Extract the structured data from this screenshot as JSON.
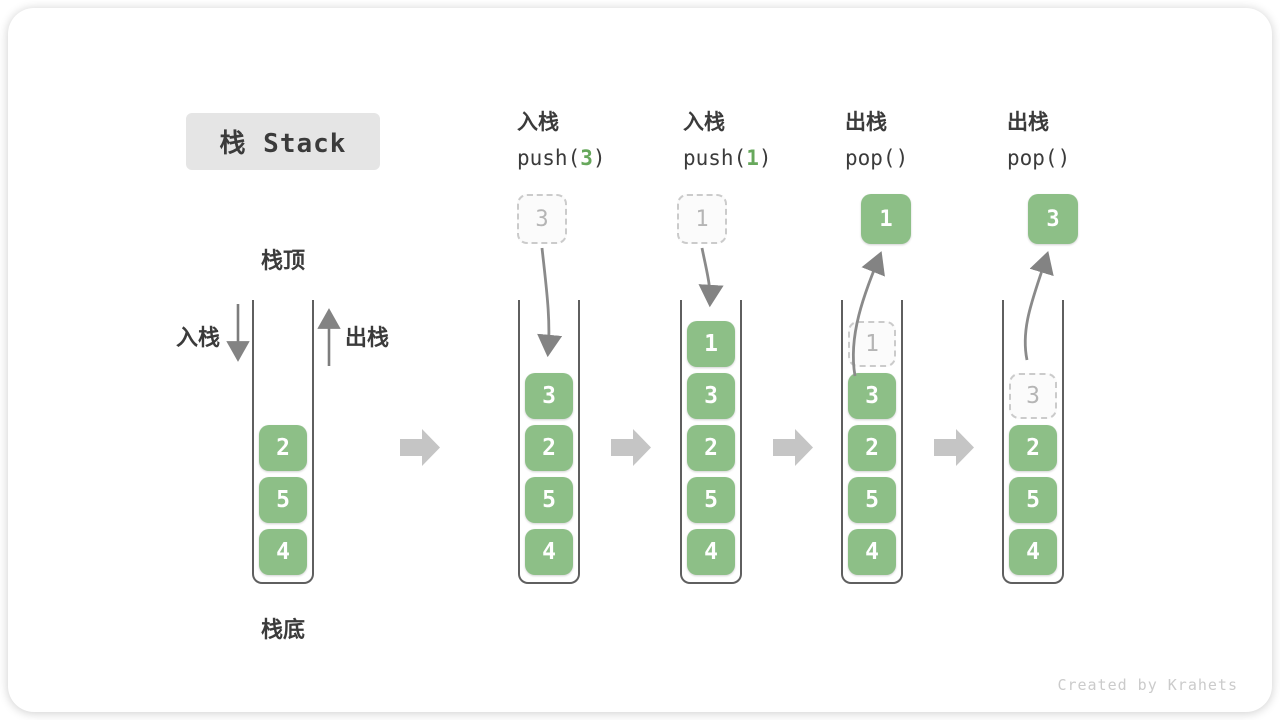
{
  "title": {
    "text": "栈 Stack"
  },
  "labels": {
    "top": "栈顶",
    "bottom": "栈底",
    "push_side": "入栈",
    "pop_side": "出栈"
  },
  "operations": [
    {
      "name": "入栈",
      "code_prefix": "push(",
      "code_arg": "3",
      "code_suffix": ")"
    },
    {
      "name": "入栈",
      "code_prefix": "push(",
      "code_arg": "1",
      "code_suffix": ")"
    },
    {
      "name": "出栈",
      "code_prefix": "pop(",
      "code_arg": "",
      "code_suffix": ")"
    },
    {
      "name": "出栈",
      "code_prefix": "pop(",
      "code_arg": "",
      "code_suffix": ")"
    }
  ],
  "floating_items": [
    {
      "value": "3",
      "style": "dashed"
    },
    {
      "value": "1",
      "style": "dashed"
    },
    {
      "value": "1",
      "style": "solid"
    },
    {
      "value": "3",
      "style": "solid"
    }
  ],
  "stacks": [
    {
      "blocks": [
        {
          "value": "2"
        },
        {
          "value": "5"
        },
        {
          "value": "4"
        }
      ]
    },
    {
      "blocks": [
        {
          "value": "3"
        },
        {
          "value": "2"
        },
        {
          "value": "5"
        },
        {
          "value": "4"
        }
      ]
    },
    {
      "blocks": [
        {
          "value": "1"
        },
        {
          "value": "3"
        },
        {
          "value": "2"
        },
        {
          "value": "5"
        },
        {
          "value": "4"
        }
      ]
    },
    {
      "ghost": {
        "value": "1"
      },
      "blocks": [
        {
          "value": "3"
        },
        {
          "value": "2"
        },
        {
          "value": "5"
        },
        {
          "value": "4"
        }
      ]
    },
    {
      "ghost": {
        "value": "3"
      },
      "blocks": [
        {
          "value": "2"
        },
        {
          "value": "5"
        },
        {
          "value": "4"
        }
      ]
    }
  ],
  "credit": "Created by Krahets",
  "colors": {
    "green_block": "#8dbf87",
    "code_green": "#67a85c",
    "title_bg": "#e5e5e5",
    "text_dark": "#3b3b3b",
    "wall_gray": "#5f5f5f",
    "arrow_gray": "#858585",
    "step_arrow_gray": "#c5c5c5",
    "ghost_border": "#cbcbcb",
    "ghost_text": "#b5b5b5",
    "credit_gray": "#cbcbcb"
  }
}
